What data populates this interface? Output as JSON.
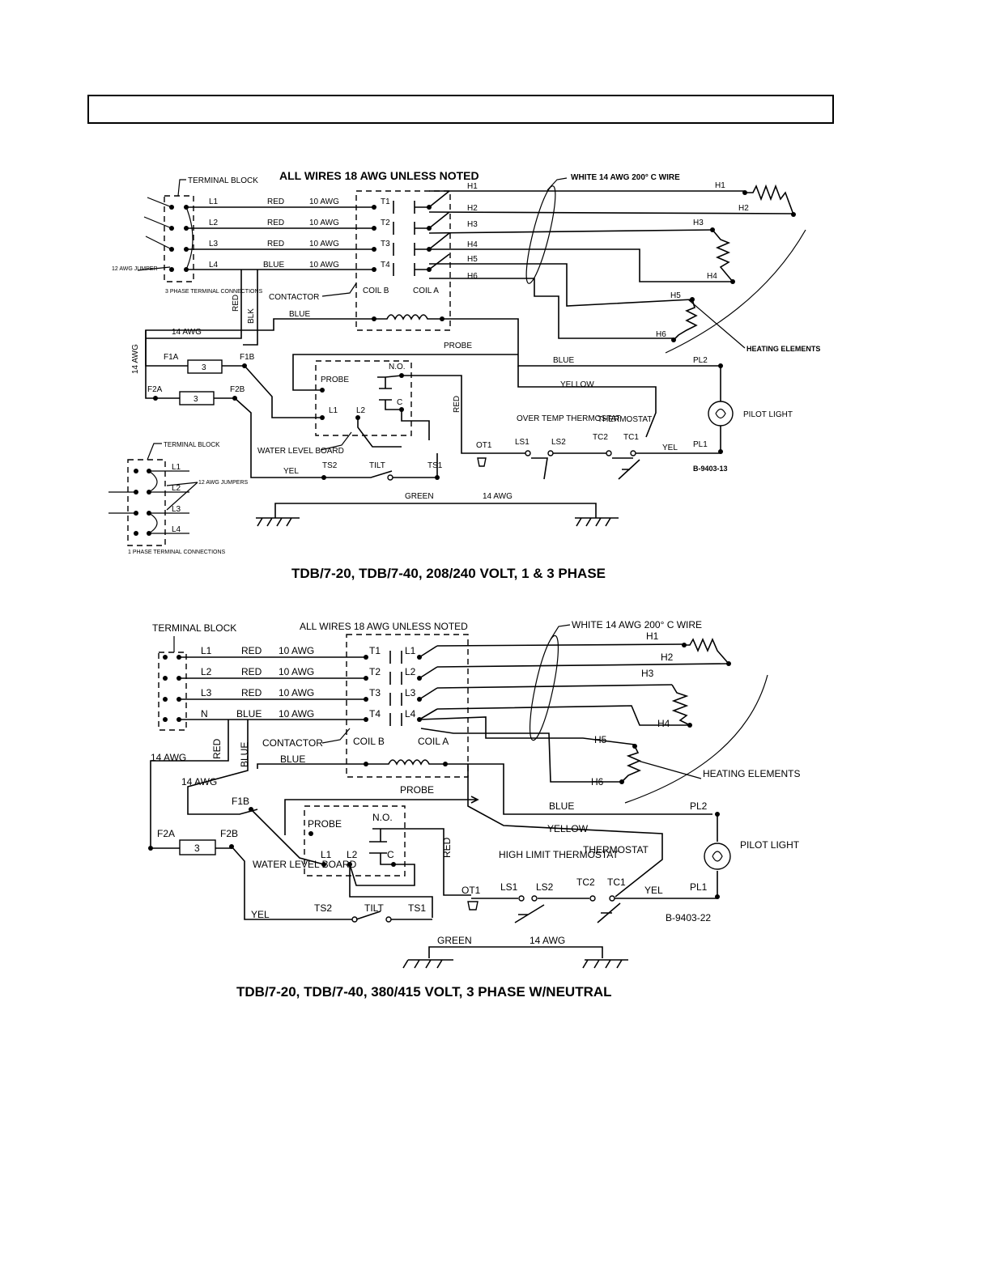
{
  "diagram1": {
    "caption": "TDB/7-20, TDB/7-40, 208/240 VOLT, 1 & 3 PHASE",
    "all_wires_note": "ALL WIRES 18 AWG UNLESS NOTED",
    "white_wire_note": "WHITE 14 AWG 200° C WIRE",
    "terminal_block": "TERMINAL BLOCK",
    "jumper_12awg": "12 AWG JUMPER",
    "three_phase_conn": "3 PHASE TERMINAL CONNECTIONS",
    "one_phase_conn": "1 PHASE TERMINAL CONNECTIONS",
    "jumpers_12awg": "12 AWG JUMPERS",
    "lines": [
      {
        "id": "L1",
        "color": "RED",
        "gauge": "10 AWG",
        "term": "T1"
      },
      {
        "id": "L2",
        "color": "RED",
        "gauge": "10 AWG",
        "term": "T2"
      },
      {
        "id": "L3",
        "color": "RED",
        "gauge": "10 AWG",
        "term": "T3"
      },
      {
        "id": "L4",
        "color": "BLUE",
        "gauge": "10 AWG",
        "term": "T4"
      }
    ],
    "h_labels": [
      "H1",
      "H2",
      "H3",
      "H4",
      "H5",
      "H6"
    ],
    "contactor": "CONTACTOR",
    "coil_b": "COIL B",
    "coil_a": "COIL A",
    "red": "RED",
    "blk": "BLK",
    "blue": "BLUE",
    "awg14": "14 AWG",
    "f1a": "F1A",
    "f1b": "F1B",
    "f2a": "F2A",
    "f2b": "F2B",
    "fuse": "3",
    "probe_wire": "PROBE",
    "probe": "PROBE",
    "no": "N.O.",
    "c": "C",
    "l1": "L1",
    "l2": "L2",
    "water_level_board": "WATER LEVEL BOARD",
    "yel": "YEL",
    "ts2": "TS2",
    "tilt": "TILT",
    "ts1": "TS1",
    "green": "GREEN",
    "yellow": "YELLOW",
    "ot1": "OT1",
    "ls1": "LS1",
    "ls2": "LS2",
    "over_temp_thermostat": "OVER TEMP THERMOSTAT",
    "thermostat": "THERMOSTAT",
    "tc2": "TC2",
    "tc1": "TC1",
    "pl1": "PL1",
    "pl2": "PL2",
    "pilot_light": "PILOT LIGHT",
    "heating_elements": "HEATING ELEMENTS",
    "code": "B-9403-13"
  },
  "diagram2": {
    "caption": "TDB/7-20, TDB/7-40, 380/415 VOLT, 3 PHASE W/NEUTRAL",
    "all_wires_note": "ALL WIRES 18 AWG UNLESS NOTED",
    "white_wire_note": "WHITE 14 AWG 200° C WIRE",
    "terminal_block": "TERMINAL BLOCK",
    "lines": [
      {
        "id": "L1",
        "color": "RED",
        "gauge": "10 AWG",
        "term": "T1",
        "out": "L1"
      },
      {
        "id": "L2",
        "color": "RED",
        "gauge": "10 AWG",
        "term": "T2",
        "out": "L2"
      },
      {
        "id": "L3",
        "color": "RED",
        "gauge": "10 AWG",
        "term": "T3",
        "out": "L3"
      },
      {
        "id": "N",
        "color": "BLUE",
        "gauge": "10 AWG",
        "term": "T4",
        "out": "L4"
      }
    ],
    "h_labels": [
      "H1",
      "H2",
      "H3",
      "H4",
      "H5",
      "H6"
    ],
    "contactor": "CONTACTOR",
    "coil_b": "COIL B",
    "coil_a": "COIL A",
    "red": "RED",
    "blue_v": "BLUE",
    "blue": "BLUE",
    "awg14": "14 AWG",
    "f1b": "F1B",
    "f2a": "F2A",
    "f2b": "F2B",
    "fuse": "3",
    "probe_wire": "PROBE",
    "probe": "PROBE",
    "no": "N.O.",
    "c": "C",
    "l1": "L1",
    "l2": "L2",
    "water_level_board": "WATER LEVEL BOARD",
    "yel": "YEL",
    "ts2": "TS2",
    "tilt": "TILT",
    "ts1": "TS1",
    "green": "GREEN",
    "yellow": "YELLOW",
    "ot1": "OT1",
    "ls1": "LS1",
    "ls2": "LS2",
    "high_limit_thermostat": "HIGH LIMIT THERMOSTAT",
    "thermostat": "THERMOSTAT",
    "tc2": "TC2",
    "tc1": "TC1",
    "pl1": "PL1",
    "pl2": "PL2",
    "pilot_light": "PILOT LIGHT",
    "heating_elements": "HEATING ELEMENTS",
    "code": "B-9403-22"
  }
}
